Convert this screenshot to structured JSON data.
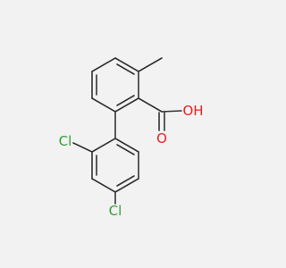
{
  "molecule": {
    "atoms": {
      "cl1": {
        "symbol": "Cl"
      },
      "cl2": {
        "symbol": "Cl"
      },
      "o1": {
        "symbol": "O"
      },
      "oh": {
        "symbol": "OH"
      }
    }
  },
  "colors": {
    "background": "#f2f2f2",
    "bond": "#333333",
    "chlorine": "#33a033",
    "oxygen": "#ee2020"
  }
}
